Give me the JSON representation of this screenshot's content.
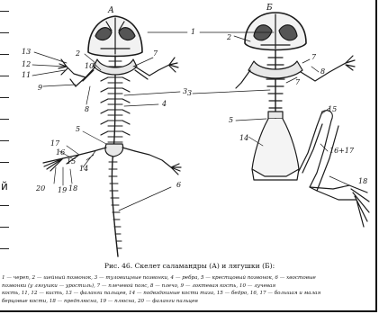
{
  "figure": {
    "panel_a_label": "А",
    "panel_b_label": "Б",
    "callouts_a": [
      "13",
      "12",
      "11",
      "9",
      "8",
      "2",
      "10",
      "1",
      "7",
      "3",
      "4",
      "5",
      "17",
      "16",
      "14",
      "15",
      "20",
      "19",
      "18",
      "6"
    ],
    "callouts_b": [
      "1",
      "2",
      "7",
      "8",
      "3",
      "5",
      "15",
      "16+17",
      "14",
      "18"
    ],
    "left_edge_glyph": "й"
  },
  "caption": "Рис. 46. Скелет саламандры (А) и лягушки (Б):",
  "legend_lines": [
    "1 — череп, 2 — шейный позвонок, 3 — туловищные позвонки, 4 — ребра, 5 — крестцовый позвонок, 6 — хвостовые",
    "позвонки (у лягушки — уростиль), 7 — плечевой пояс, 8 — плечо, 9 — локтевая кость, 10 — лучевая",
    "кость, 11, 12 — кисть, 13 — фаланги пальцев, 14 — подвздошные кости таза, 15 — бедро, 16, 17 — большая и малая",
    "берцовые кости, 18 — предплюсна, 19 — плюсна, 20 — фаланги пальцев"
  ]
}
